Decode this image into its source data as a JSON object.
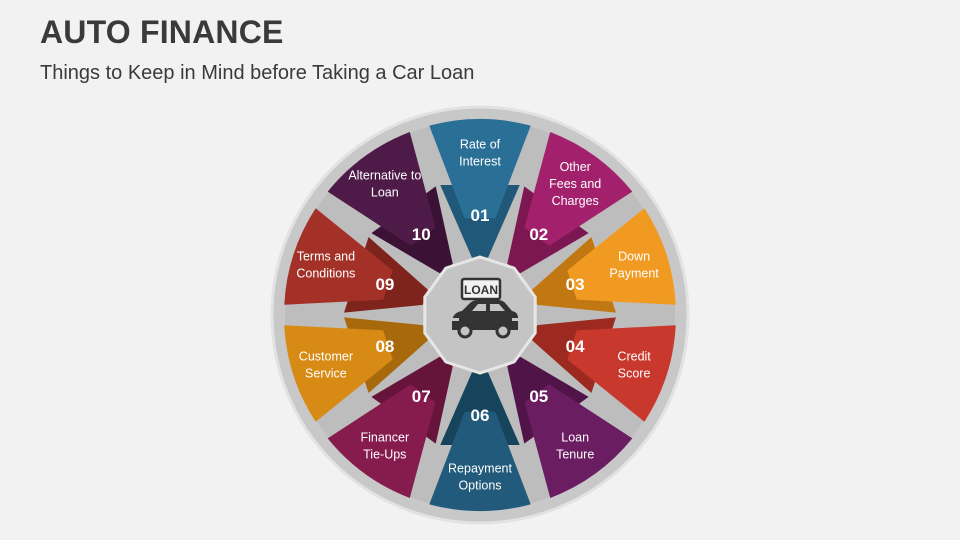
{
  "slide": {
    "title": "AUTO FINANCE",
    "subtitle": "Things to Keep in Mind before Taking a Car Loan"
  },
  "center": {
    "icon": "car-loan-icon",
    "sign_text": "LOAN"
  },
  "items": [
    {
      "number": "01",
      "label": [
        "Rate of",
        "Interest"
      ],
      "color": "#2a7096",
      "shade": "#1f5878"
    },
    {
      "number": "02",
      "label": [
        "Other",
        "Fees and",
        "Charges"
      ],
      "color": "#a3216c",
      "shade": "#7c1752"
    },
    {
      "number": "03",
      "label": [
        "Down",
        "Payment"
      ],
      "color": "#f19a22",
      "shade": "#c27812"
    },
    {
      "number": "04",
      "label": [
        "Credit",
        "Score"
      ],
      "color": "#c8382c",
      "shade": "#9c2a20"
    },
    {
      "number": "05",
      "label": [
        "Loan",
        "Tenure"
      ],
      "color": "#6a1d61",
      "shade": "#511449"
    },
    {
      "number": "06",
      "label": [
        "Repayment",
        "Options"
      ],
      "color": "#215a7a",
      "shade": "#17445d"
    },
    {
      "number": "07",
      "label": [
        "Financer",
        "Tie-Ups"
      ],
      "color": "#861c4e",
      "shade": "#66143a"
    },
    {
      "number": "08",
      "label": [
        "Customer",
        "Service"
      ],
      "color": "#d78a14",
      "shade": "#a8690c"
    },
    {
      "number": "09",
      "label": [
        "Terms and",
        "Conditions"
      ],
      "color": "#a43128",
      "shade": "#7e241c"
    },
    {
      "number": "10",
      "label": [
        "Alternative to",
        "Loan"
      ],
      "color": "#4e1b48",
      "shade": "#3b1236"
    }
  ]
}
